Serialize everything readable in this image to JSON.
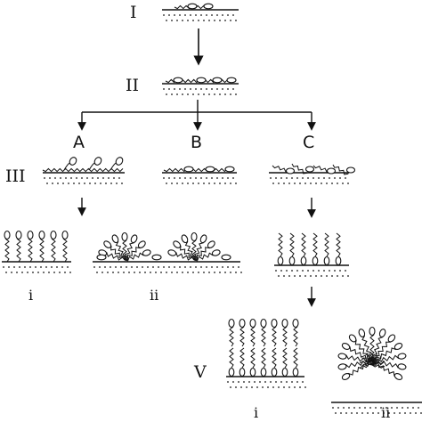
{
  "stages": {
    "I": "I",
    "II": "II",
    "III": "III",
    "V": "V"
  },
  "paths": {
    "A": "A",
    "B": "B",
    "C": "C"
  },
  "sublabels": {
    "i_left": "i",
    "ii_left": "ii",
    "i_bottom": "i",
    "ii_bottom": "ii"
  }
}
